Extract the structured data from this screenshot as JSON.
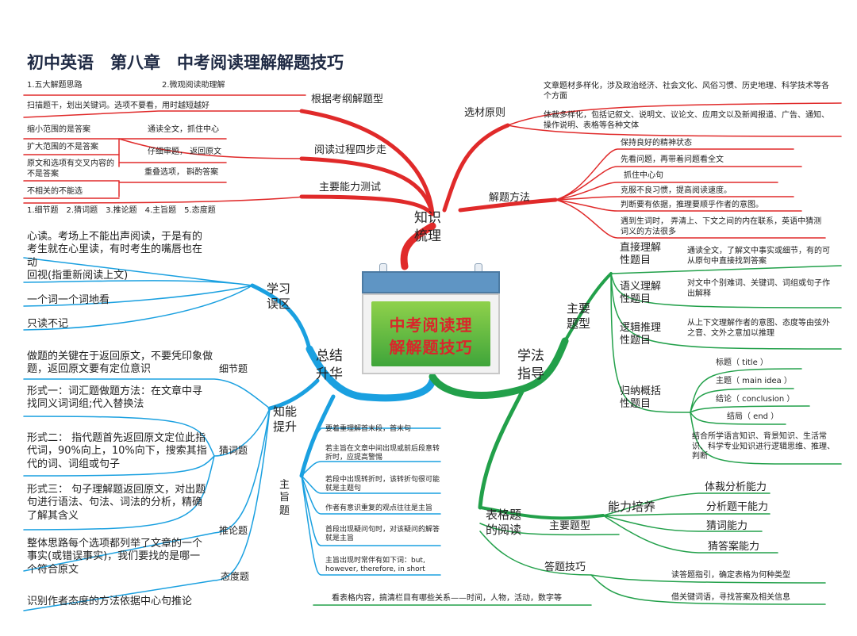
{
  "title": "初中英语　第八章　中考阅读理解解题技巧",
  "center": {
    "line1": "中考阅读理",
    "line2": "解解题技巧"
  },
  "colors": {
    "red": "#e02a2a",
    "blue": "#1aa0e0",
    "green": "#22a04a",
    "cal_blue": "#5f95c4"
  },
  "zhishi": {
    "hub": [
      "知识",
      "梳理"
    ],
    "kaogang": {
      "label": "根据考纲解题型",
      "items": [
        "1.五大解题思路",
        "2.微观阅读助理解",
        "扫描题干，划出关键词。选项不要看，用时越短越好"
      ]
    },
    "sibu": {
      "label": "阅读过程四步走",
      "steps": [
        "通读全文，抓住中心",
        "仔细审题， 返回原文",
        "重叠选项， 斟酌答案"
      ],
      "tips": [
        "缩小范围的是答案",
        "扩大范围的不是答案",
        "原文和选项有交叉内容的不是答案",
        "不相关的不能选"
      ]
    },
    "nengli": {
      "label": "主要能力测试",
      "items": "1.细节题　2.猜词题　3.推论题　4.主旨题　5.态度题"
    },
    "xuancai": {
      "label": "选材原则",
      "items": [
        "文章题材多样化，涉及政治经济、社会文化、风俗习惯、历史地理、科学技术等各个方面",
        "体裁多样化，包括记叙文、说明文、议论文、应用文以及新闻报道、广告、通知、操作说明、表格等各种文体"
      ]
    },
    "fangfa": {
      "label": "解题方法",
      "items": [
        "保持良好的精神状态",
        "先看问题，再带着问题看全文",
        "抓住中心句",
        "克服不良习惯，提高阅读速度。",
        "判断要有依据，推理要顺乎作者的意图。",
        "遇到生词时， 弄清上、下文之间的内在联系，英语中猜测词义的方法很多"
      ]
    }
  },
  "zongjie": {
    "hub": [
      "总结",
      "升华"
    ],
    "wuqu": {
      "label": [
        "学习",
        "误区"
      ],
      "items": [
        "心读。考场上不能出声阅读，于是有的考生就在心里读，有时考生的嘴唇也在动",
        "回视(指重新阅读上文)",
        "一个词一个词地看",
        "只读不记"
      ]
    },
    "tisheng": {
      "label": [
        "知能",
        "提升"
      ],
      "xijie": {
        "label": "细节题",
        "text": "做题的关键在于返回原文，不要凭印象做题，返回原文要有定位意识"
      },
      "caici": {
        "label": "猜词题",
        "items": [
          "形式一：词汇题做题方法：在文章中寻找同义词词组;代入替换法",
          "形式二： 指代题首先返回原文定位此指代词，90%向上，10%向下，搜索其指代的词、词组或句子",
          "形式三： 句子理解题返回原文，对出题句进行语法、句法、词法的分析，精确了解其含义"
        ]
      },
      "tuilun": {
        "label": "推论题",
        "text": "整体思路每个选项都列举了文章的一个事实(或错误事实)，我们要找的是哪一个符合原文"
      },
      "taidu": {
        "label": "态度题",
        "text": "识别作者态度的方法依据中心句推论"
      },
      "zhuzhi": {
        "label": [
          "主",
          "旨",
          "题"
        ],
        "items": [
          "要着重理解首末段，首末句",
          "若主旨在文章中间出现或前后段意转折时，应提高警惕",
          "若段中出现转折时，该转折句很可能就是主题句",
          "作者有意识重复的观点往往是主旨",
          "首段出现疑问句时，对该疑问的解答就是主旨",
          "主旨出现时常伴有如下词：but, however, therefore, in short"
        ]
      }
    }
  },
  "xuefa": {
    "hub": [
      "学法",
      "指导"
    ],
    "tixing": {
      "label": [
        "主要",
        "题型"
      ],
      "zhijie": {
        "label": [
          "直接理解",
          "性题目"
        ],
        "text": "通读全文，了解文中事实或细节，有的可从原句中直接找到答案"
      },
      "yuyi": {
        "label": [
          "语义理解",
          "性题目"
        ],
        "text": "对文中个别难词、关键词、词组或句子作出解释"
      },
      "luoji": {
        "label": [
          "逻辑推理",
          "性题目"
        ],
        "text": "从上下文理解作者的意图、态度等由弦外之音、文外之意加以推理"
      },
      "guina": {
        "label": [
          "归纳概括",
          "性题目"
        ],
        "items": [
          "标题（ title ）",
          "主题（ main idea ）",
          "结论（ conclusion ）",
          "结局（ end ）"
        ],
        "text": "结合所学语言知识、背景知识、生活常识、科学专业知识进行逻辑思维、推理、判断"
      }
    },
    "biaoge": {
      "label": [
        "表格题",
        "的阅读"
      ],
      "peiyang": {
        "label": "能力培养",
        "items": [
          "体裁分析能力",
          "分析题干能力",
          "猜词能力",
          "猜答案能力"
        ]
      },
      "zhuyao": {
        "label": "主要题型"
      },
      "jiqiao": {
        "label": "答题技巧",
        "items": [
          "读答题指引，确定表格为何种类型",
          "借关键词语，寻找答案及相关信息"
        ]
      },
      "kan": "看表格内容，搞清栏目有哪些关系——时间，人物，活动，数字等"
    }
  }
}
